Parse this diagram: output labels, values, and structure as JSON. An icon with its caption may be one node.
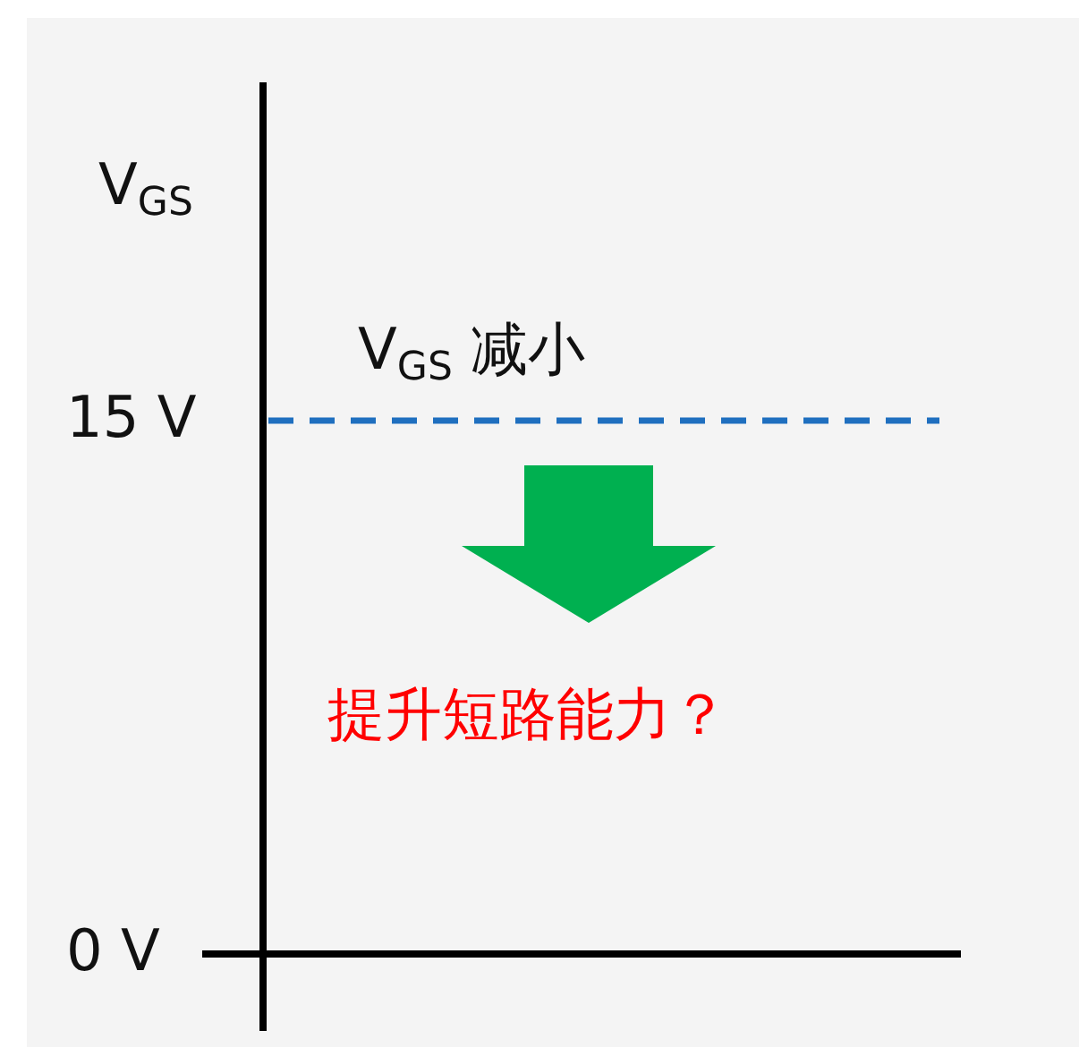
{
  "diagram": {
    "labels": [
      "V$_{GS}$",
      "V$_{GS}$ 减小",
      "15 V",
      "提升短路能力？",
      "0 V"
    ]
  }
}
